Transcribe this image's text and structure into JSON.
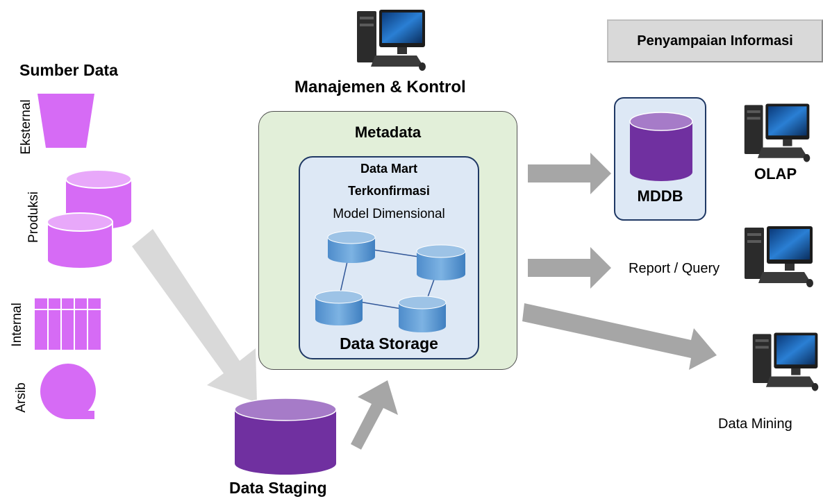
{
  "sources": {
    "title": "Sumber Data",
    "external": "Eksternal",
    "production": "Produksi",
    "internal": "Internal",
    "archive": "Arsib"
  },
  "management": {
    "label": "Manajemen & Kontrol"
  },
  "info_delivery": {
    "label": "Penyampaian Informasi"
  },
  "metadata": {
    "title": "Metadata"
  },
  "data_mart": {
    "title_line1": "Data Mart",
    "title_line2": "Terkonfirmasi",
    "subtitle": "Model Dimensional",
    "storage": "Data Storage"
  },
  "staging": {
    "label": "Data Staging"
  },
  "outputs": {
    "mddb": "MDDB",
    "olap": "OLAP",
    "report": "Report / Query",
    "mining": "Data Mining"
  },
  "colors": {
    "source_magenta": "#d66bf5",
    "cylinder_purple": "#7030a0",
    "cylinder_blue": "#5b9bd5",
    "arrow_gray": "#a6a6a6",
    "arrow_light": "#d9d9d9"
  }
}
